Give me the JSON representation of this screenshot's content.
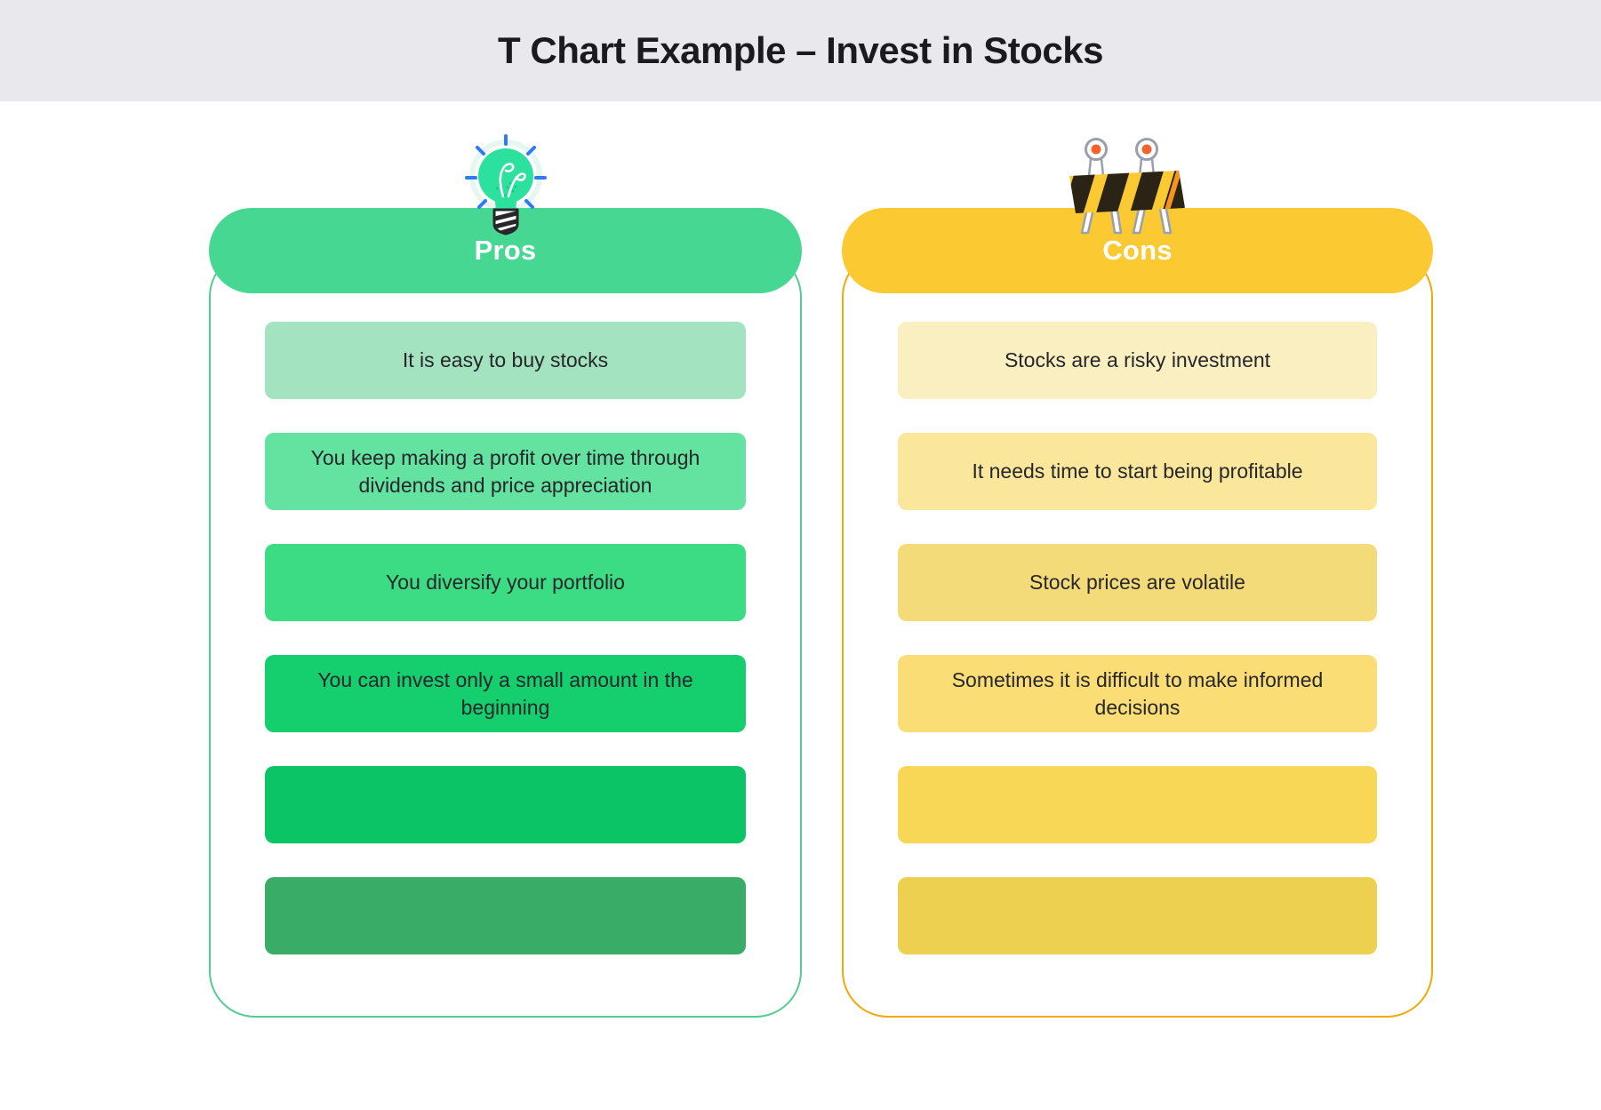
{
  "header": {
    "title": "T Chart Example – Invest in Stocks"
  },
  "pros": {
    "label": "Pros",
    "icon": "lightbulb-icon",
    "colors": {
      "header": "#46D892",
      "border": "#55CC8F"
    },
    "items": [
      {
        "text": "It is easy to buy stocks",
        "color": "#A3E3C0"
      },
      {
        "text": "You keep making a profit over time through dividends and price appreciation",
        "color": "#63E2A0"
      },
      {
        "text": "You diversify your portfolio",
        "color": "#3CDC85"
      },
      {
        "text": "You can invest only a small amount in the beginning",
        "color": "#15CE6E"
      },
      {
        "text": "",
        "color": "#0BC465"
      },
      {
        "text": "",
        "color": "#39AC68"
      }
    ]
  },
  "cons": {
    "label": "Cons",
    "icon": "barrier-icon",
    "colors": {
      "header": "#FBCA33",
      "border": "#F3A70C"
    },
    "items": [
      {
        "text": "Stocks are a risky investment",
        "color": "#FAEFC0"
      },
      {
        "text": "It needs time to start being profitable",
        "color": "#FAE79B"
      },
      {
        "text": "Stock prices are volatile",
        "color": "#F4DB79"
      },
      {
        "text": "Sometimes it is difficult to make informed decisions",
        "color": "#FBDD75"
      },
      {
        "text": "",
        "color": "#F8D757"
      },
      {
        "text": "",
        "color": "#EDD04F"
      }
    ]
  }
}
